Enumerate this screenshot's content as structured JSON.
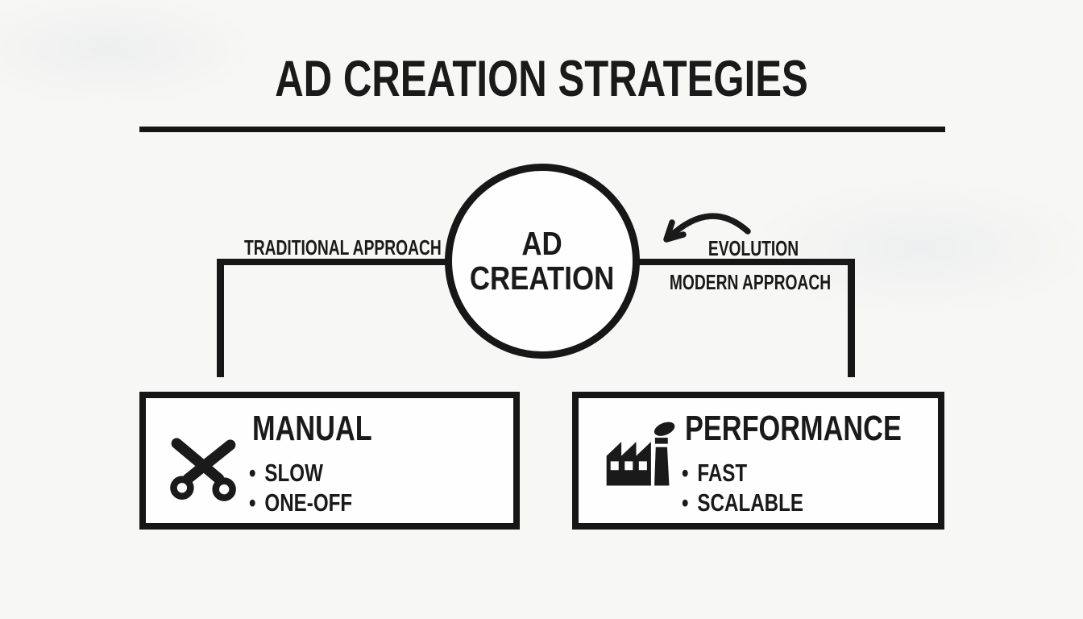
{
  "title": "AD CREATION STRATEGIES",
  "hub": {
    "line1": "AD",
    "line2": "CREATION"
  },
  "branches": {
    "left": {
      "label": "TRADITIONAL APPROACH"
    },
    "right": {
      "top_label": "EVOLUTION",
      "bottom_label": "MODERN APPROACH"
    }
  },
  "boxes": {
    "manual": {
      "heading": "MANUAL",
      "icon": "scissors-icon",
      "bullets": [
        "SLOW",
        "ONE-OFF"
      ]
    },
    "performance": {
      "heading": "PERFORMANCE",
      "icon": "factory-icon",
      "bullets": [
        "FAST",
        "SCALABLE"
      ]
    }
  },
  "glyphs": {
    "bullet": "•"
  },
  "colors": {
    "ink": "#1a1a1a",
    "background": "#f7f7f5",
    "box_fill": "#fefefe"
  }
}
